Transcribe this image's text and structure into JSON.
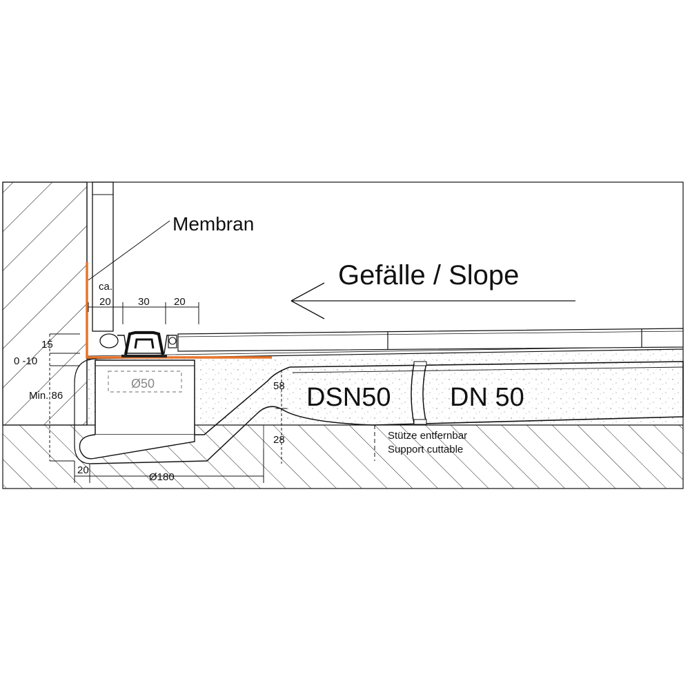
{
  "labels": {
    "membrane": "Membran",
    "slope": "Gefälle / Slope",
    "pipe_dsn": "DSN50",
    "pipe_dn": "DN 50",
    "support_de": "Stütze entfernbar",
    "support_en": "Support cuttable",
    "outlet_diameter": "Ø50"
  },
  "dimensions": {
    "ca": "ca.",
    "top_left": "20",
    "top_mid": "30",
    "top_right": "20",
    "height_15": "15",
    "height_0_10": "0 -10",
    "min_86": "Min. 86",
    "height_58": "58",
    "height_28": "28",
    "bottom_20": "20",
    "diameter_180": "Ø180"
  },
  "colors": {
    "line": "#111111",
    "membrane": "#e8742a",
    "hatch": "#222222",
    "outlet_dashed": "#888888"
  }
}
